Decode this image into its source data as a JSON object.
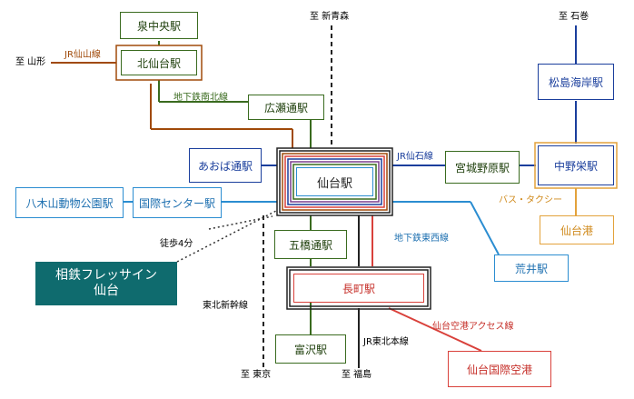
{
  "directions": {
    "shin_aomori": "至 新青森",
    "ishinomaki": "至 石巻",
    "yamagata": "至 山形",
    "tokyo": "至 東京",
    "fukushima": "至 福島"
  },
  "lines": {
    "jr_senzan": "JR仙山線",
    "namboku": "地下鉄南北線",
    "senseki": "JR仙石線",
    "tozai": "地下鉄東西線",
    "bus_taxi": "バス・タクシー",
    "walk": "徒歩4分",
    "tohoku_shinkansen": "東北新幹線",
    "airport_access": "仙台空港アクセス線",
    "tohoku_main": "JR東北本線"
  },
  "stations": {
    "izumi_chuo": "泉中央駅",
    "kita_sendai": "北仙台駅",
    "hirosedori": "広瀬通駅",
    "matsushima_kaigan": "松島海岸駅",
    "aobadori": "あおば通駅",
    "sendai": "仙台駅",
    "miyagino_hara": "宮城野原駅",
    "nakanosakae": "中野栄駅",
    "yagiyama": "八木山動物公園駅",
    "kokusai_center": "国際センター駅",
    "sendai_port": "仙台港",
    "itsutsubashi": "五橋通駅",
    "arai": "荒井駅",
    "nagamachi": "長町駅",
    "tomizawa": "富沢駅",
    "airport": "仙台国際空港"
  },
  "hotel": {
    "line1": "相鉄フレッサイン",
    "line2": "仙台",
    "color": "#0f6b6e"
  },
  "colors": {
    "green": "#3a6b1f",
    "jr_brown": "#a04a0a",
    "navy": "#1a3e9c",
    "cyan": "#2b8dd1",
    "orange": "#e3a23b",
    "red": "#d9413b",
    "black": "#222222",
    "dark": "#333333",
    "purple": "#7a3e8e"
  }
}
